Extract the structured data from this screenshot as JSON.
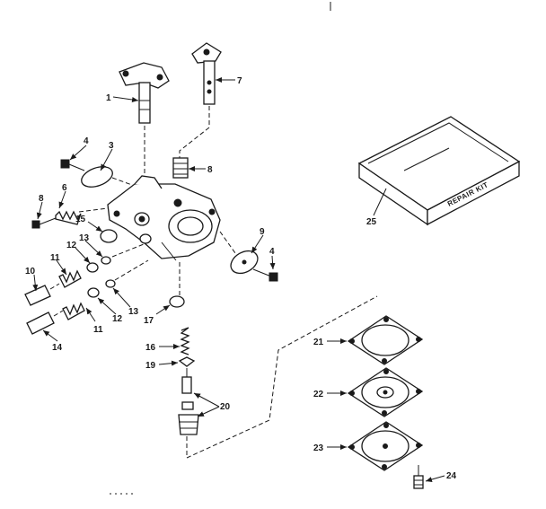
{
  "kit": {
    "text": "REPAIR KIT"
  },
  "labels": {
    "c1": "1",
    "c3": "3",
    "c4a": "4",
    "c4b": "4",
    "c6": "6",
    "c7": "7",
    "c8a": "8",
    "c8b": "8",
    "c9": "9",
    "c10": "10",
    "c11a": "11",
    "c11b": "11",
    "c12a": "12",
    "c12b": "12",
    "c13a": "13",
    "c13b": "13",
    "c14": "14",
    "c15": "15",
    "c16": "16",
    "c17": "17",
    "c19": "19",
    "c20": "20",
    "c21": "21",
    "c22": "22",
    "c23": "23",
    "c24": "24",
    "c25": "25"
  }
}
